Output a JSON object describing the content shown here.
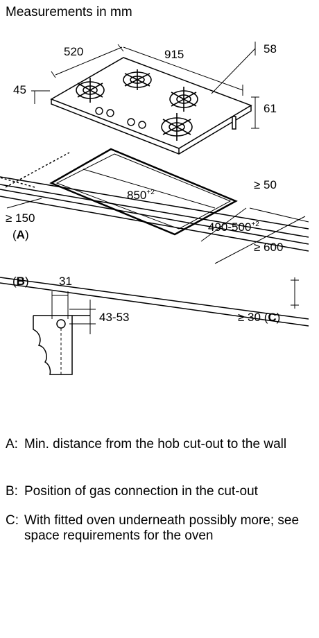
{
  "title": "Measurements in mm",
  "dimensions": {
    "hob_depth": "520",
    "hob_width": "915",
    "hob_height": "45",
    "dim_58": "58",
    "dim_61": "61",
    "cutout_width": "850",
    "cutout_width_tol": "+2",
    "cutout_depth": "490-500",
    "cutout_depth_tol": "+2",
    "min_wall": "≥ 150",
    "min_back": "≥ 50",
    "min_depth": "≥ 600",
    "min_below": "≥ 30",
    "gas_offset": "31",
    "gas_height": "43-53"
  },
  "markers": {
    "a": "A",
    "b": "B",
    "c": "C"
  },
  "legend": [
    {
      "key": "A:",
      "text": "Min. distance from the hob cut-out to the wall"
    },
    {
      "key": "B:",
      "text": "Position of gas connection in the cut-out"
    },
    {
      "key": "C:",
      "text": "With fitted oven underneath possibly more; see space requirements for the oven"
    }
  ]
}
